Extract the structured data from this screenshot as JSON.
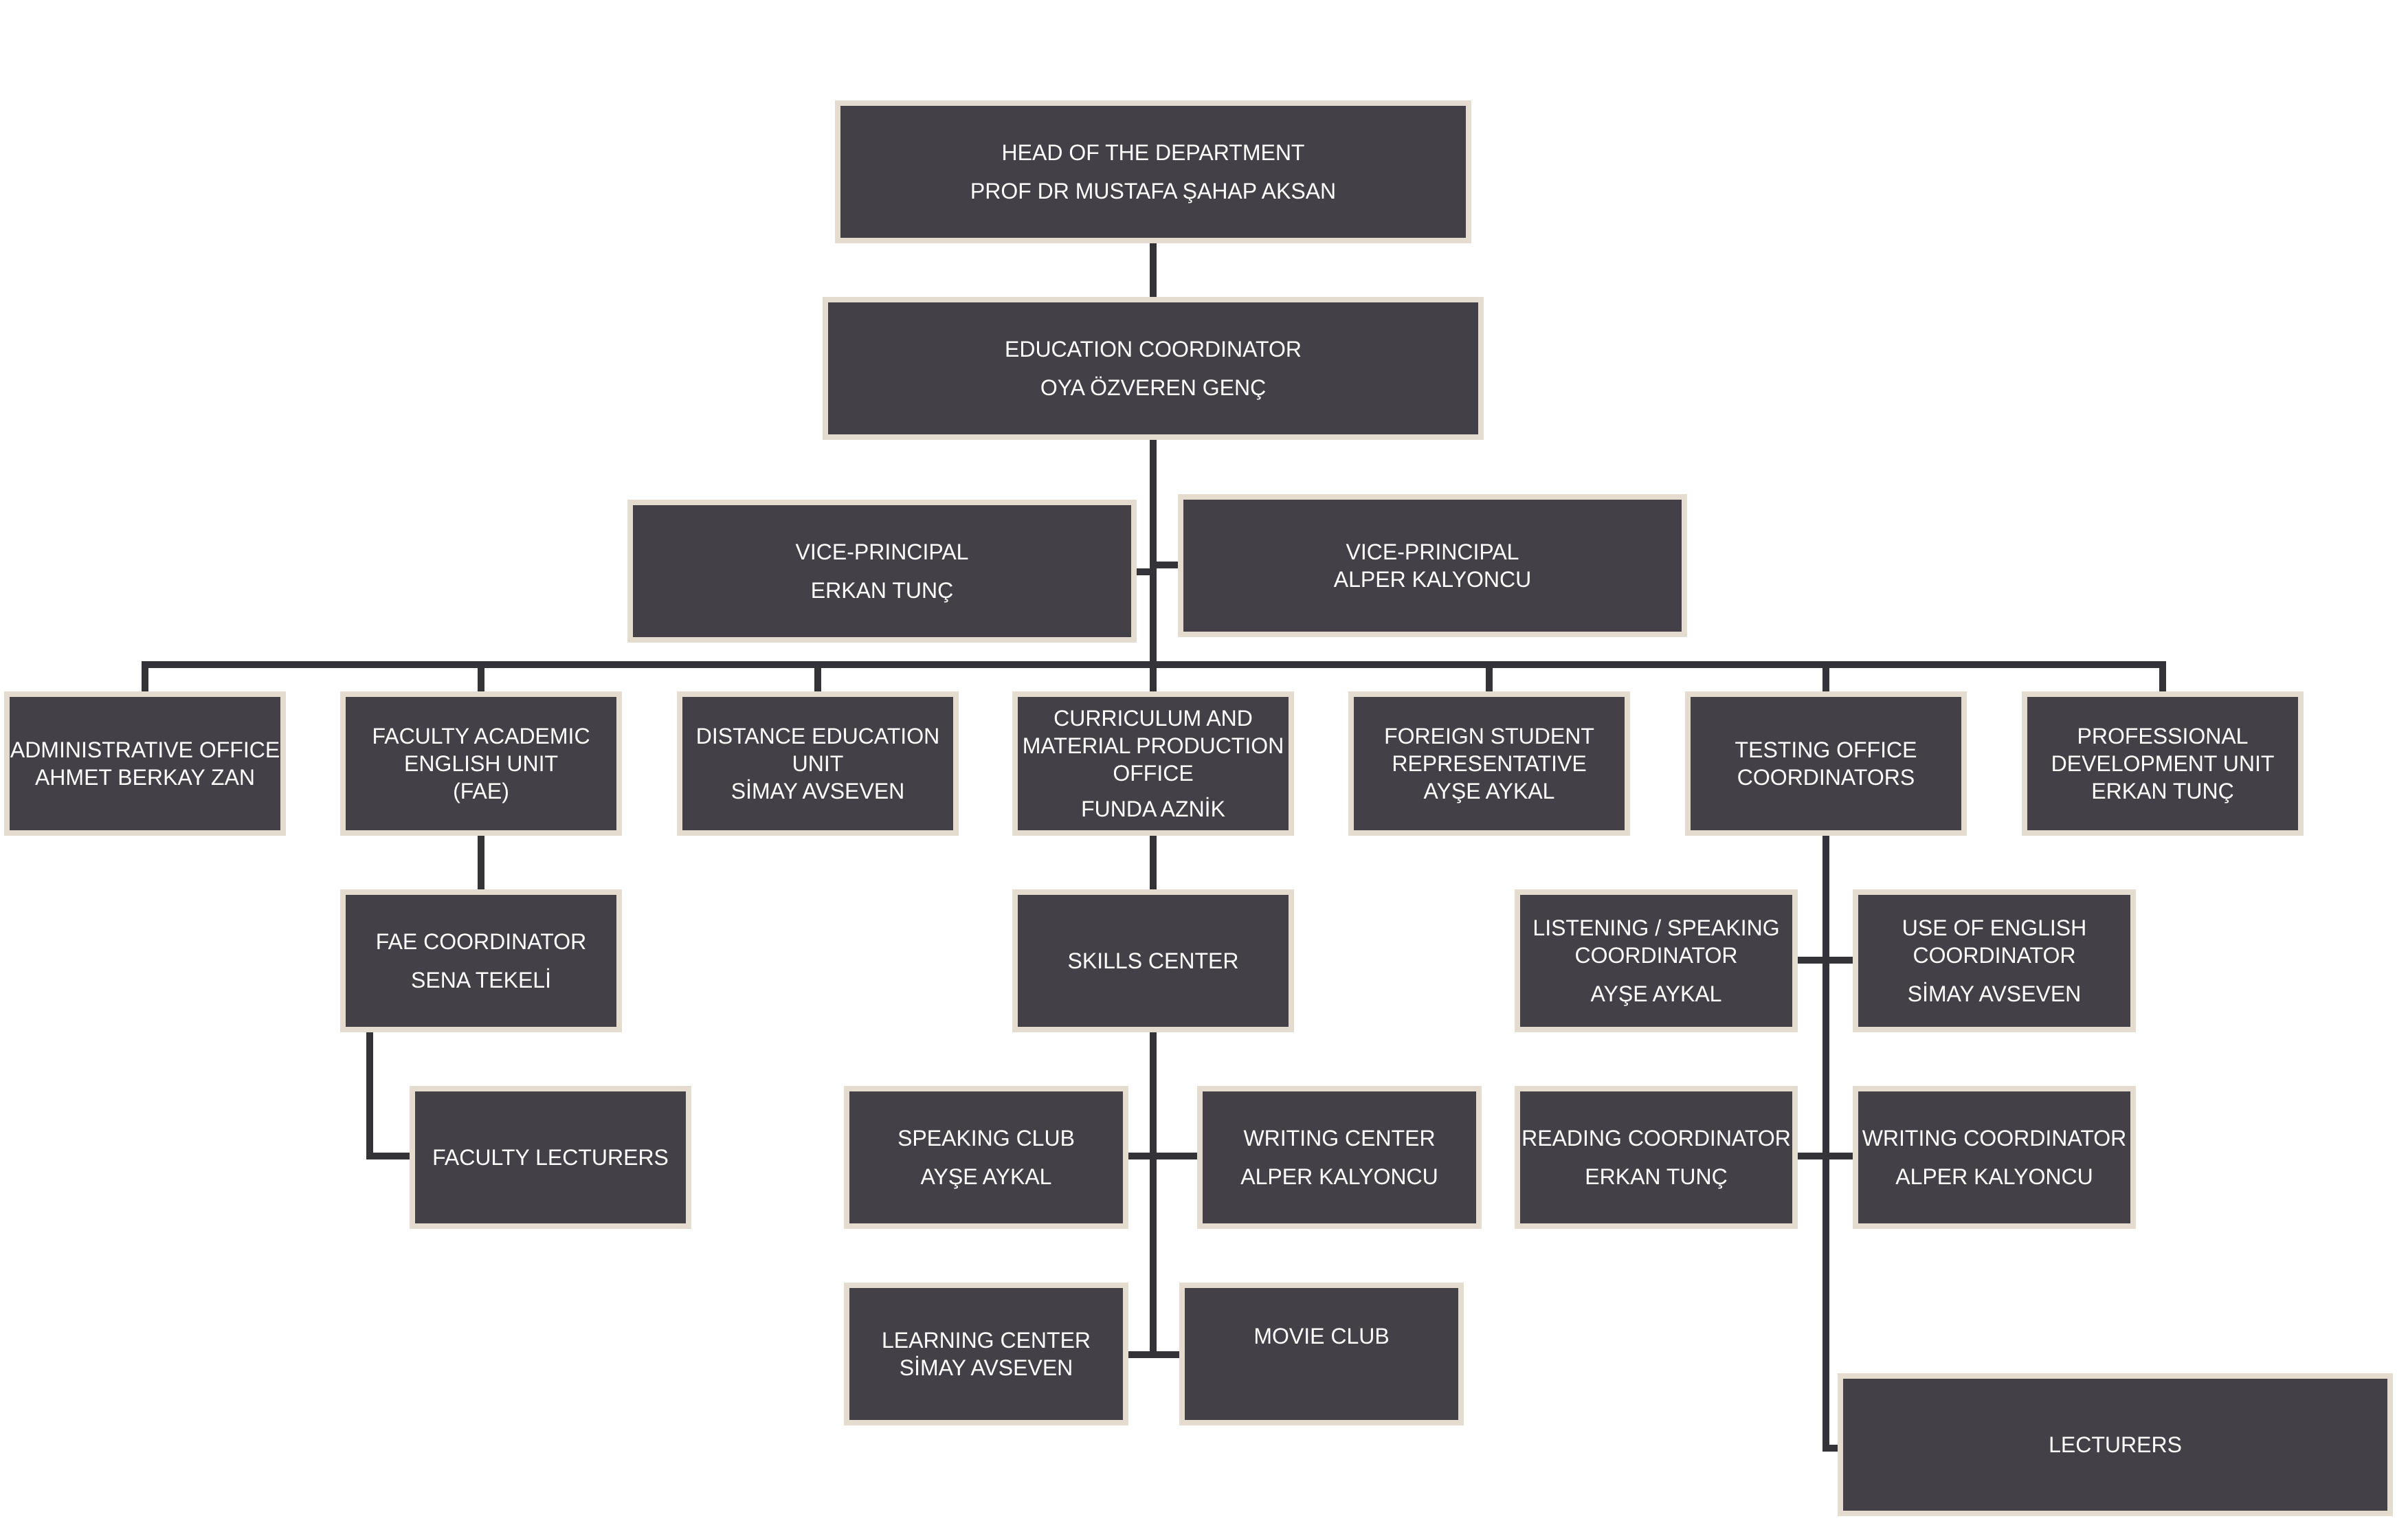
{
  "org_chart": {
    "head": {
      "title": "HEAD OF THE DEPARTMENT",
      "name": "PROF DR MUSTAFA ŞAHAP AKSAN"
    },
    "education_coordinator": {
      "title": "EDUCATION COORDINATOR",
      "name": "OYA ÖZVEREN GENÇ"
    },
    "vice_principal_1": {
      "title": "VICE-PRINCIPAL",
      "name": "ERKAN TUNÇ"
    },
    "vice_principal_2": {
      "title": "VICE-PRINCIPAL",
      "name": "ALPER KALYONCU"
    },
    "administrative_office": {
      "title": "ADMINISTRATIVE OFFICE",
      "name": "AHMET BERKAY ZAN"
    },
    "fae_unit": {
      "line1": "FACULTY ACADEMIC",
      "line2": "ENGLISH UNIT",
      "line3": "(FAE)"
    },
    "distance_education": {
      "line1": "DISTANCE EDUCATION",
      "line2": "UNIT",
      "name": "SİMAY AVSEVEN"
    },
    "curriculum_office": {
      "line1": "CURRICULUM AND",
      "line2": "MATERIAL PRODUCTION",
      "line3": "OFFICE",
      "name": "FUNDA AZNİK"
    },
    "foreign_student": {
      "line1": "FOREIGN STUDENT",
      "line2": "REPRESENTATIVE",
      "name": "AYŞE AYKAL"
    },
    "testing_office": {
      "line1": "TESTING OFFICE",
      "line2": "COORDINATORS"
    },
    "professional_development": {
      "line1": "PROFESSIONAL",
      "line2": "DEVELOPMENT UNIT",
      "name": "ERKAN TUNÇ"
    },
    "fae_coordinator": {
      "title": "FAE COORDINATOR",
      "name": "SENA TEKELİ"
    },
    "faculty_lecturers": {
      "title": "FACULTY LECTURERS"
    },
    "skills_center": {
      "title": "SKILLS CENTER"
    },
    "speaking_club": {
      "title": "SPEAKING CLUB",
      "name": "AYŞE AYKAL"
    },
    "writing_center": {
      "title": "WRITING CENTER",
      "name": "ALPER KALYONCU"
    },
    "learning_center": {
      "title": "LEARNING CENTER",
      "name": "SİMAY AVSEVEN"
    },
    "movie_club": {
      "title": "MOVIE CLUB"
    },
    "listening_speaking_coordinator": {
      "line1": "LISTENING / SPEAKING",
      "line2": "COORDINATOR",
      "name": "AYŞE AYKAL"
    },
    "use_of_english_coordinator": {
      "line1": "USE OF ENGLISH",
      "line2": "COORDINATOR",
      "name": "SİMAY AVSEVEN"
    },
    "reading_coordinator": {
      "title": "READING COORDINATOR",
      "name": "ERKAN TUNÇ"
    },
    "writing_coordinator": {
      "title": "WRITING COORDINATOR",
      "name": "ALPER KALYONCU"
    },
    "lecturers": {
      "title": "LECTURERS"
    }
  },
  "colors": {
    "box_fill": "#434147",
    "box_border": "#e3dccf",
    "connector": "#333338",
    "text": "#ffffff"
  }
}
